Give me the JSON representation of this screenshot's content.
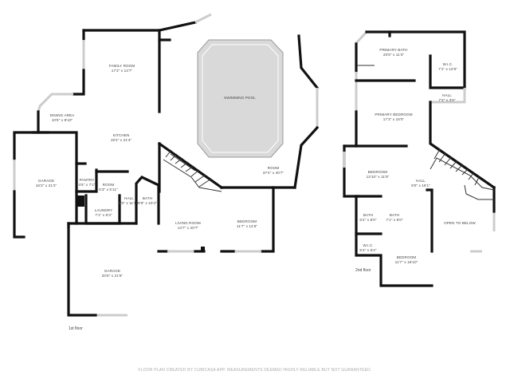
{
  "floors": [
    {
      "caption": "1st floor",
      "rooms": [
        {
          "name": "FAMILY ROOM",
          "size": "17'3\" x 14'7\""
        },
        {
          "name": "DINING AREA",
          "size": "10'6\" x 8'10\""
        },
        {
          "name": "KITCHEN",
          "size": "19'2\" x 21'4\""
        },
        {
          "name": "SWIMMING POOL",
          "size": ""
        },
        {
          "name": "ROOM",
          "size": "37'4\" x 40'7\""
        },
        {
          "name": "GARAGE",
          "size": "16'3\" x 21'2\""
        },
        {
          "name": "PANTRY",
          "size": "4'5\" x 7'1\""
        },
        {
          "name": "ROOM",
          "size": "5'3\" x 5'11\""
        },
        {
          "name": "HALL",
          "size": "5'0\" x 11'10\""
        },
        {
          "name": "BATH",
          "size": "4'8\" x 10'4\""
        },
        {
          "name": "LAUNDRY",
          "size": "7'1\" x 6'3\""
        },
        {
          "name": "LIVING ROOM",
          "size": "14'7\" x 20'7\""
        },
        {
          "name": "BEDROOM",
          "size": "11'7\" x 14'5\""
        },
        {
          "name": "GARAGE",
          "size": "20'8\" x 21'6\""
        }
      ]
    },
    {
      "caption": "2nd floor",
      "rooms": [
        {
          "name": "PRIMARY BATH",
          "size": "20'5\" x 11'3\""
        },
        {
          "name": "W.I.C.",
          "size": "7'1\" x 12'8\""
        },
        {
          "name": "HALL",
          "size": "7'3\" x 3'6\""
        },
        {
          "name": "PRIMARY BEDROOM",
          "size": "17'3\" x 15'0\""
        },
        {
          "name": "BEDROOM",
          "size": "13'10\" x 11'9\""
        },
        {
          "name": "HALL",
          "size": "9'0\" x 16'1\""
        },
        {
          "name": "BATH",
          "size": "5'4\" x 8'0\""
        },
        {
          "name": "BATH",
          "size": "7'1\" x 8'0\""
        },
        {
          "name": "OPEN TO BELOW",
          "size": ""
        },
        {
          "name": "W.I.C.",
          "size": "5'4\" x 5'2\""
        },
        {
          "name": "BEDROOM",
          "size": "11'7\" x 16'10\""
        }
      ]
    }
  ],
  "footer": "FLOOR PLAN CREATED BY CUBICASA APP. MEASUREMENTS DEEMED HIGHLY RELIABLE BUT NOT GUARANTEED.",
  "colors": {
    "wall": "#111111",
    "pool": "#d9d9d9",
    "window": "#cccccc"
  }
}
